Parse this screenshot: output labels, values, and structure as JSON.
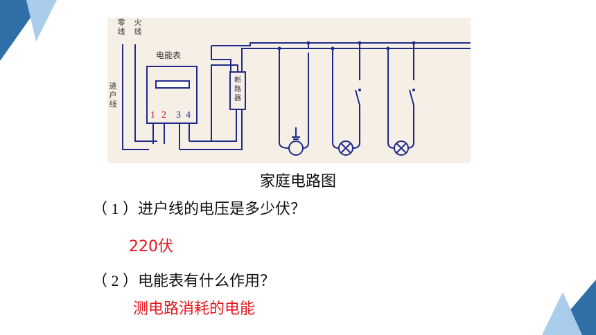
{
  "diagram": {
    "neutral_label": "零线",
    "live_label": "火线",
    "meter_label": "电能表",
    "service_label": "进户线",
    "breaker_label": "断路器",
    "terminal_1": "1",
    "terminal_2": "2",
    "terminal_3": "3",
    "terminal_4": "4",
    "colors": {
      "wire": "#1e2a8a",
      "terminal_red": "#c0141c",
      "terminal_blue": "#1a2c9a",
      "background": "#f5efe6"
    }
  },
  "caption": "家庭电路图",
  "questions": [
    {
      "prefix": "（ 1 ）",
      "text": "进户线的电压是多少伏？",
      "answer": "220伏"
    },
    {
      "prefix": "（ 2 ）",
      "text": "电能表有什么作用？",
      "answer": "测电路消耗的电能"
    }
  ],
  "theme": {
    "accent_dark": "#2f6fa8",
    "accent_light": "#a9cdea",
    "answer_color": "#e8141c"
  }
}
